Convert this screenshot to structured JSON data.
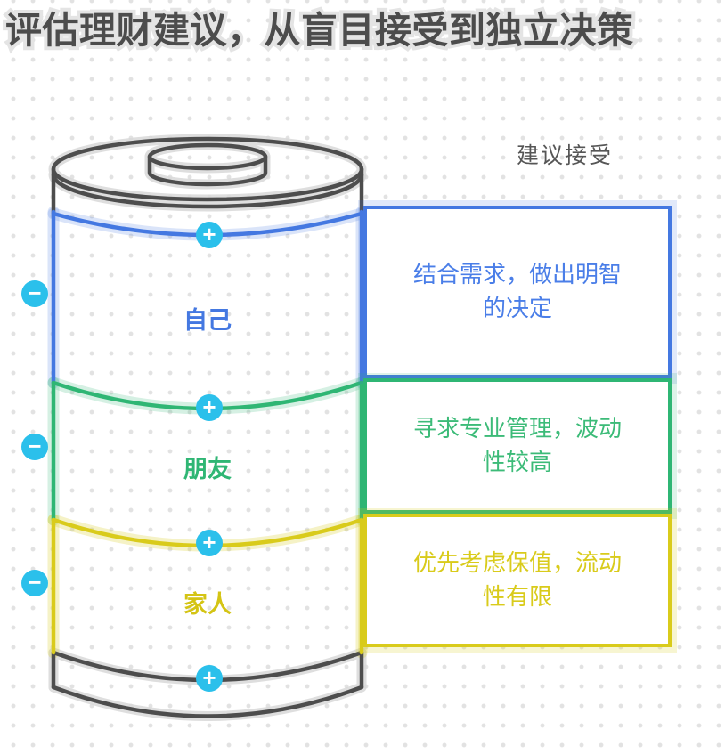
{
  "title": "评估理财建议，从盲目接受到独立决策",
  "legend": {
    "label": "建议接受"
  },
  "controls": {
    "plus_glyph": "+",
    "minus_glyph": "−"
  },
  "colors": {
    "accent_blue": "#4478e1",
    "accent_green": "#2fb674",
    "accent_yellow": "#d9cb1b",
    "control_cyan": "#2bc0eb",
    "battery_outline": "#4d4d4d",
    "title_text": "#4c4c4c",
    "legend_text": "#565656",
    "dot_grid": "#e2e2e2"
  },
  "battery": {
    "segments": [
      {
        "id": "self",
        "label": "自己",
        "color": "#4478e1",
        "advice": "结合需求，做出明智\n的决定"
      },
      {
        "id": "friends",
        "label": "朋友",
        "color": "#2fb674",
        "advice": "寻求专业管理，波动\n性较高"
      },
      {
        "id": "family",
        "label": "家人",
        "color": "#d9cb1b",
        "advice": "优先考虑保值，流动\n性有限"
      }
    ]
  }
}
